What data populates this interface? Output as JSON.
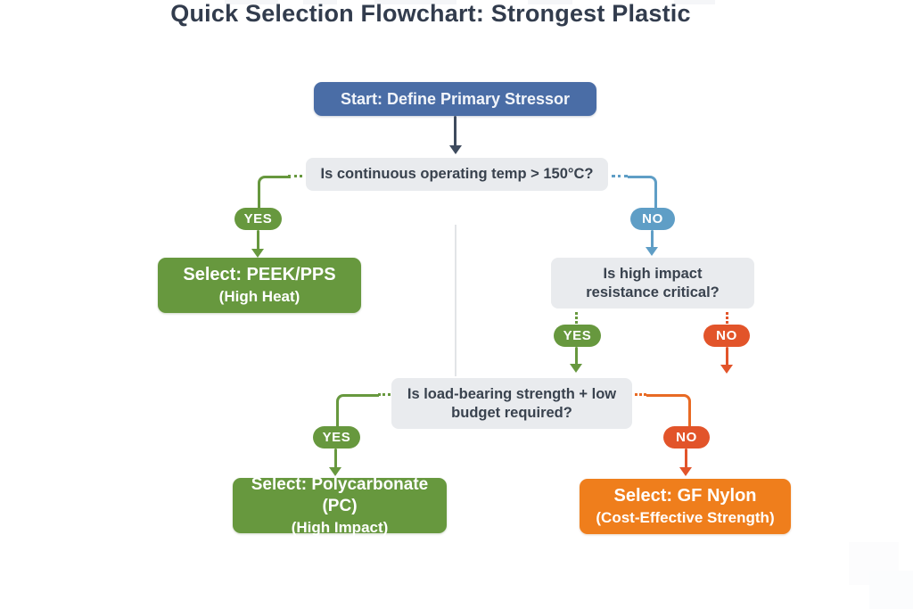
{
  "title": "Quick Selection Flowchart: Strongest Plastic",
  "colors": {
    "start_blue": "#4a6da6",
    "question_gray": "#e9ebee",
    "yes_green": "#67983e",
    "no_blue": "#5f9ec6",
    "no_red": "#e2542a",
    "result_green": "#67983e",
    "result_orange": "#ef7e1c",
    "connector_dark": "#3e4b5e",
    "title_text": "#323c4d"
  },
  "flow": {
    "start": {
      "label": "Start: Define Primary Stressor"
    },
    "q_temp": {
      "label": "Is continuous operating temp > 150°C?"
    },
    "yes1": {
      "label": "YES"
    },
    "no1": {
      "label": "NO"
    },
    "result_peek": {
      "line1": "Select: PEEK/PPS",
      "line2": "(High Heat)"
    },
    "q_impact": {
      "line1": "Is high impact",
      "line2": "resistance critical?"
    },
    "yes2": {
      "label": "YES"
    },
    "no2": {
      "label": "NO"
    },
    "q_budget": {
      "line1": "Is load-bearing strength + low",
      "line2": "budget required?"
    },
    "yes3": {
      "label": "YES"
    },
    "no3": {
      "label": "NO"
    },
    "result_pc": {
      "line1": "Select: Polycarbonate (PC)",
      "line2": "(High Impact)"
    },
    "result_gf": {
      "line1": "Select: GF Nylon",
      "line2": "(Cost-Effective Strength)"
    }
  }
}
